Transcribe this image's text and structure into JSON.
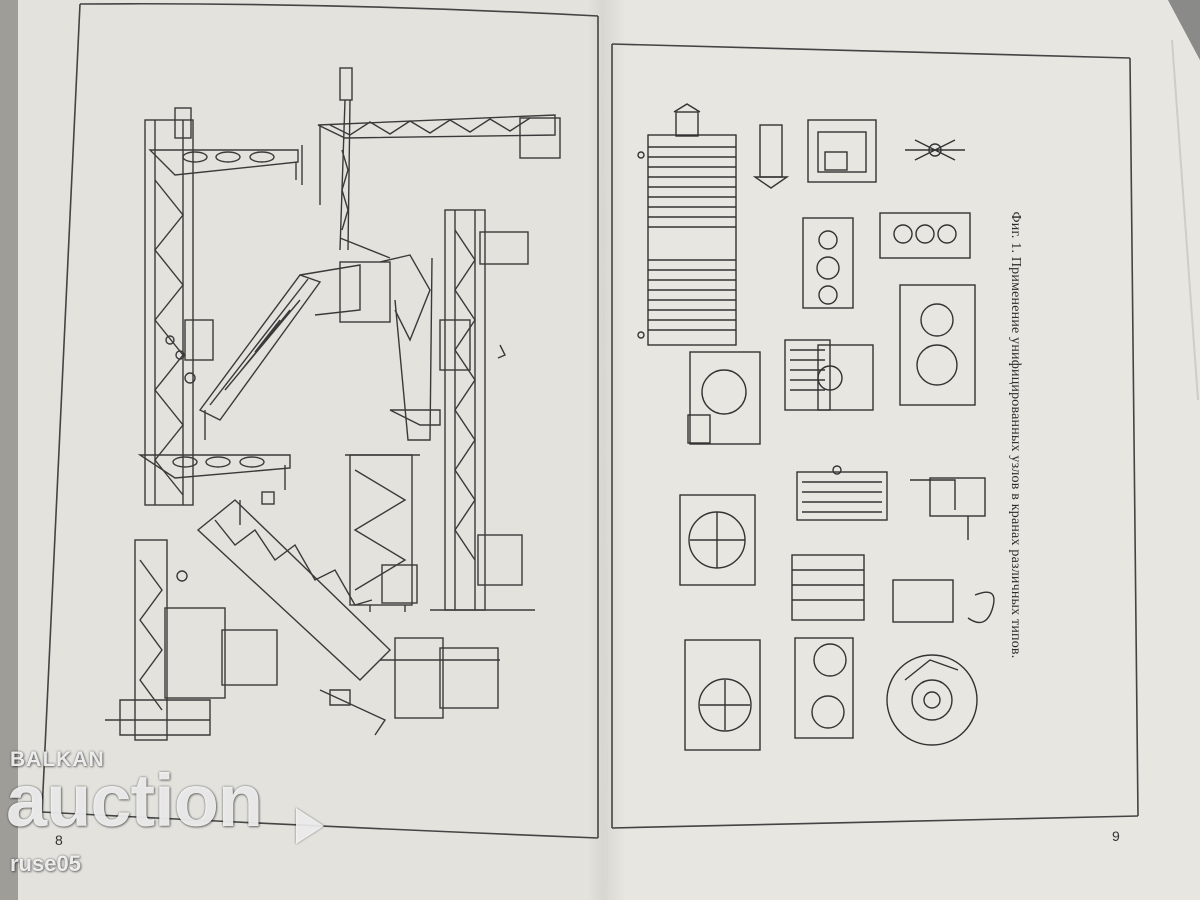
{
  "book": {
    "caption": "Фиг. 1. Применение унифицированных узлов в кранах различных типов.",
    "left_page_number": "8",
    "right_page_number": "9"
  },
  "watermark": {
    "brand": "BALKAN",
    "title": "auction",
    "user": "ruse05"
  },
  "illustrations": {
    "left_page": [
      "crane-drawing",
      "crane-drawing",
      "crane-drawing",
      "crane-drawing",
      "crane-drawing",
      "crane-drawing",
      "crane-drawing"
    ],
    "right_page": [
      "drum-icon",
      "gear-icon",
      "hook-icon",
      "motor-icon",
      "pulley-icon",
      "wheel-icon"
    ]
  },
  "colors": {
    "paper": "#e4e3de",
    "ink": "#3a3a3a",
    "background": "#8e8e8c"
  }
}
